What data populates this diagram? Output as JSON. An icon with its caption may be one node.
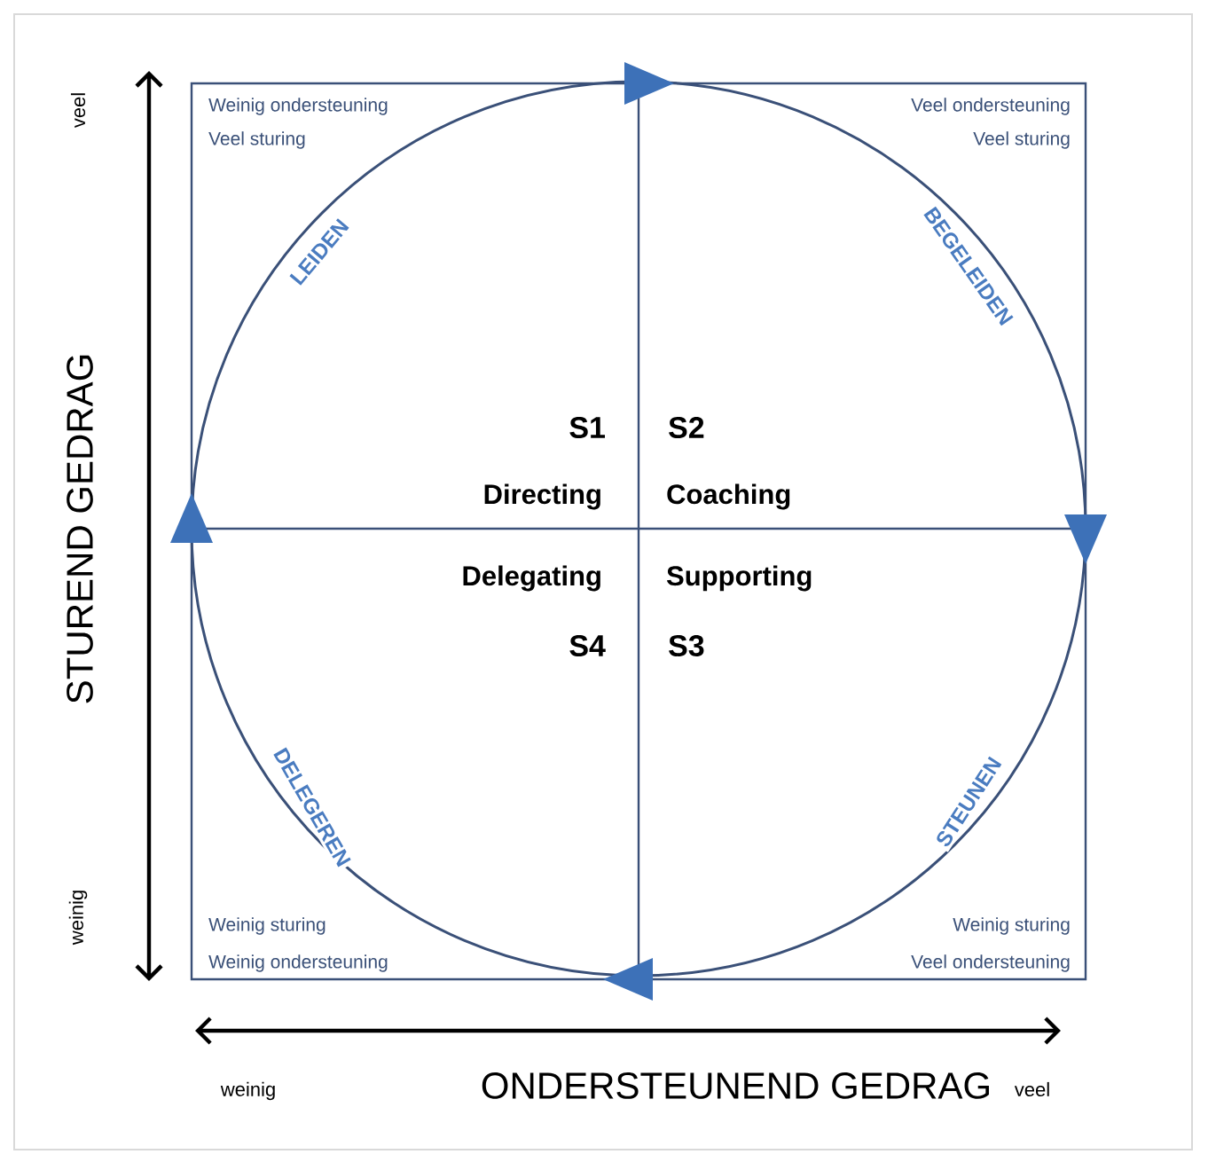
{
  "diagram": {
    "labels": [
      "Weinig ondersteuning",
      "Veel sturing",
      "Veel ondersteuning",
      "Veel sturing",
      "LEIDEN",
      "BEGELEIDEN",
      "S1",
      "S2",
      "Directing",
      "Coaching",
      "Delegating",
      "Supporting",
      "S4",
      "S3",
      "DELEGEREN",
      "STEUNEN",
      "Weinig sturing",
      "Weinig ondersteuning",
      "Weinig sturing",
      "Veel ondersteuning",
      "veel",
      "STUREND GEDRAG",
      "weinig",
      "weinig",
      "ONDERSTEUNEND GEDRAG",
      "veel"
    ]
  }
}
